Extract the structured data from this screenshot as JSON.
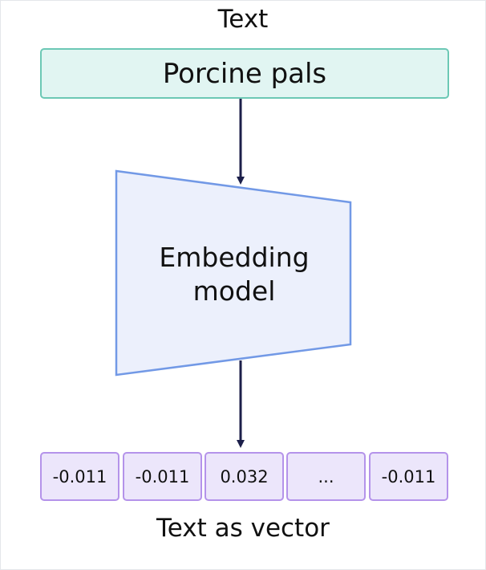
{
  "input": {
    "heading": "Text",
    "value": "Porcine pals"
  },
  "model": {
    "line1": "Embedding",
    "line2": "model"
  },
  "output": {
    "cells": [
      "-0.011",
      "-0.011",
      "0.032",
      "...",
      "-0.011"
    ],
    "caption": "Text as vector"
  },
  "colors": {
    "input_fill": "#e1f5f2",
    "input_border": "#6cc8b5",
    "model_fill": "#ecf0fc",
    "model_border": "#7299e6",
    "vector_fill": "#ece6fb",
    "vector_border": "#b493ea",
    "arrow": "#1c1f4a"
  }
}
